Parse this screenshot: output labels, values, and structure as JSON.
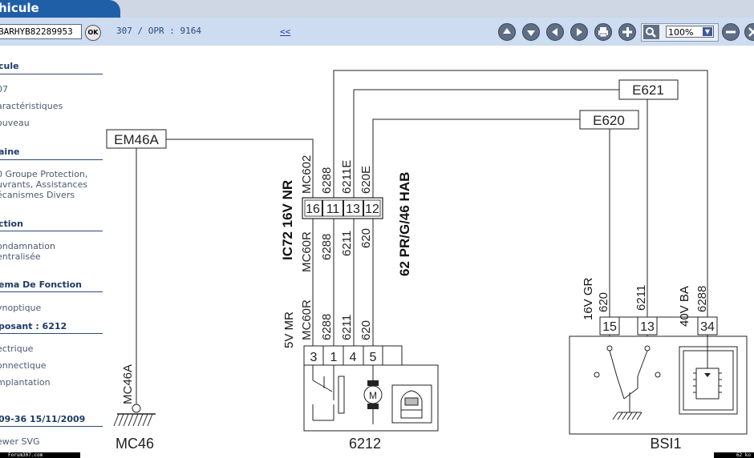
{
  "app": {
    "title": "hicule"
  },
  "toolbar": {
    "vin": "BARHYB82289953",
    "ok_label": "OK",
    "breadcrumb": "307 / OPR : 9164",
    "back_label": "<<",
    "zoom_value": "100%"
  },
  "sidebar": {
    "sections": [
      {
        "title": "cule",
        "items": [
          "07",
          "aractéristiques",
          "ouveau"
        ]
      },
      {
        "title": "aine",
        "items": [
          "0 Groupe Protection,",
          "uvrants, Assistances",
          "écanismes Divers"
        ]
      },
      {
        "title": "ction",
        "items": [
          "ondamnation",
          "entralisée"
        ]
      },
      {
        "title": "ema De Fonction",
        "items": [
          "ynoptique"
        ]
      },
      {
        "title": "posant : 6212",
        "items": [
          "ectrique",
          "onnectique",
          "mplantation"
        ]
      },
      {
        "title": "09-36 15/11/2009",
        "items": [
          "ewer SVG"
        ]
      }
    ]
  },
  "diagram": {
    "connectors": [
      "EM46A",
      "E620",
      "E621"
    ],
    "wire_labels": [
      "MC602",
      "6288",
      "6211E",
      "620E",
      "MC60R",
      "6288",
      "6211",
      "620",
      "MC60R",
      "6288",
      "6211",
      "620",
      "620",
      "6211",
      "6288"
    ],
    "harness_labels": [
      "IC72 16V NR",
      "62 PR/G/46 HAB",
      "5V MR",
      "16V GR",
      "40V BA"
    ],
    "junction_pins": [
      "16",
      "11",
      "13",
      "12"
    ],
    "component_pins": [
      "3",
      "1",
      "4",
      "5"
    ],
    "bsi_pins": [
      "15",
      "13",
      "34"
    ],
    "ground_wire": "MC46A",
    "motor_symbol": "M",
    "components": [
      "MC46",
      "6212",
      "BSI1"
    ]
  },
  "status": {
    "left": "Forum307.com",
    "right": "62 ko"
  },
  "icons": [
    "arrow-up-icon",
    "arrow-down-icon",
    "arrow-left-icon",
    "arrow-right-icon",
    "print-icon",
    "plus-icon",
    "magnifier-icon",
    "minus-icon",
    "close-icon"
  ]
}
